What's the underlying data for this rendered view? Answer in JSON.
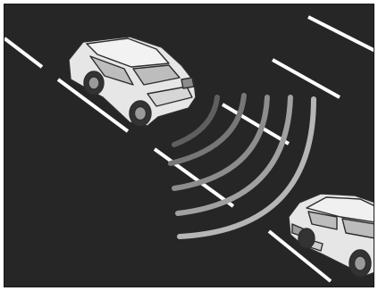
{
  "scene": {
    "description_items": [
      "road-surface",
      "lane-markings",
      "vehicle-ahead",
      "vehicle-behind",
      "radar-waves"
    ],
    "colors": {
      "road": "#262626",
      "lane_marking": "#ffffff",
      "car_body": "#e6e6e6",
      "car_outline": "#2d2d2d",
      "car_glass": "#bdbdbd",
      "wave_dark": "#6b6b6b",
      "wave_mid": "#8a8a8a",
      "wave_light": "#b5b5b5"
    },
    "wave_count": 5
  }
}
